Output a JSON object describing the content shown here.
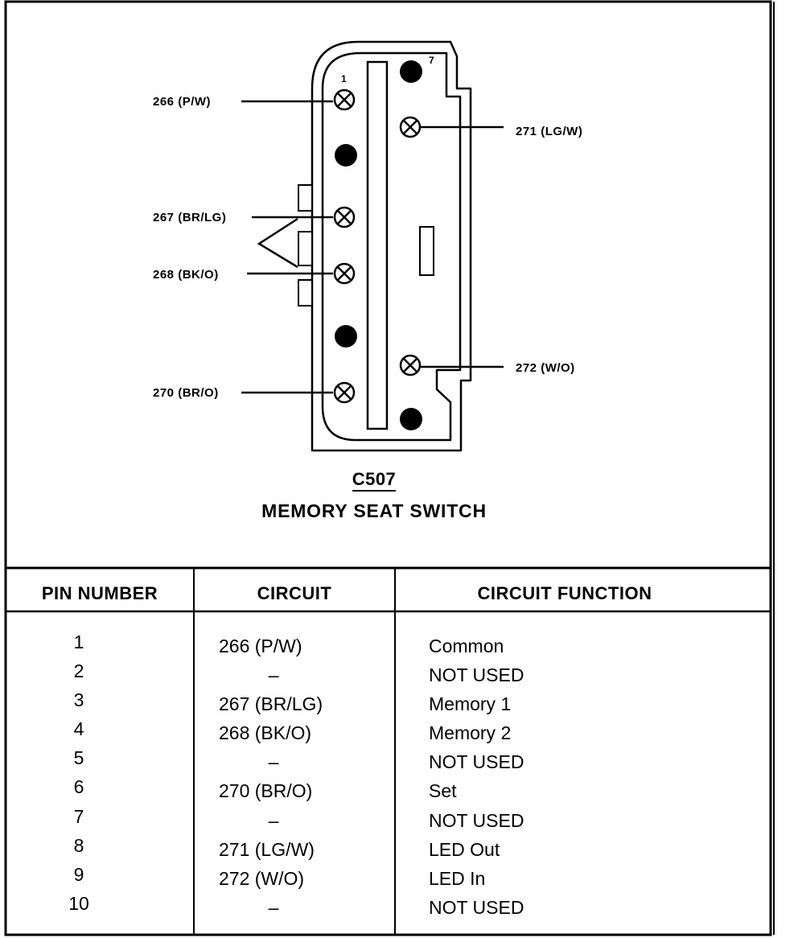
{
  "diagram": {
    "pin_markers": {
      "first": "1",
      "last": "7"
    },
    "wire_labels_left": [
      "266 (P/W)",
      "267 (BR/LG)",
      "268 (BK/O)",
      "270 (BR/O)"
    ],
    "wire_labels_right": [
      "271 (LG/W)",
      "272 (W/O)"
    ],
    "connector_id": "C507",
    "connector_name": "MEMORY SEAT SWITCH"
  },
  "table": {
    "headers": [
      "PIN NUMBER",
      "CIRCUIT",
      "CIRCUIT FUNCTION"
    ],
    "rows": [
      {
        "pin": "1",
        "circuit": "266  (P/W)",
        "function": "Common"
      },
      {
        "pin": "2",
        "circuit": "–",
        "function": "NOT USED"
      },
      {
        "pin": "3",
        "circuit": "267  (BR/LG)",
        "function": "Memory 1"
      },
      {
        "pin": "4",
        "circuit": "268  (BK/O)",
        "function": "Memory 2"
      },
      {
        "pin": "5",
        "circuit": "–",
        "function": "NOT USED"
      },
      {
        "pin": "6",
        "circuit": "270  (BR/O)",
        "function": "Set"
      },
      {
        "pin": "7",
        "circuit": "–",
        "function": "NOT USED"
      },
      {
        "pin": "8",
        "circuit": "271  (LG/W)",
        "function": "LED Out"
      },
      {
        "pin": "9",
        "circuit": "272  (W/O)",
        "function": "LED In"
      },
      {
        "pin": "10",
        "circuit": "–",
        "function": "NOT USED"
      }
    ]
  }
}
